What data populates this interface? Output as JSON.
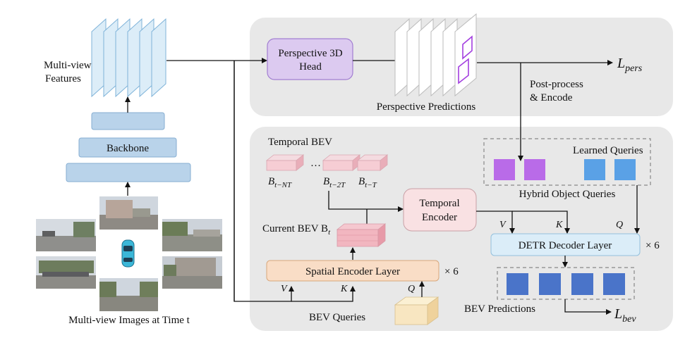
{
  "labels": {
    "multiview_features_line1": "Multi-view",
    "multiview_features_line2": "Features",
    "backbone": "Backbone",
    "multiview_images": "Multi-view Images at Time t",
    "perspective_head_line1": "Perspective 3D",
    "perspective_head_line2": "Head",
    "perspective_predictions": "Perspective Predictions",
    "loss_pers": "L",
    "loss_pers_sub": "pers",
    "post_process_line1": "Post-process",
    "post_process_line2": "& Encode",
    "temporal_bev": "Temporal BEV",
    "ellipsis": "…",
    "b_nt": "B",
    "b_nt_sub": "t−NT",
    "b_2t": "B",
    "b_2t_sub": "t−2T",
    "b_t_minus": "B",
    "b_t_minus_sub": "t−T",
    "temporal_encoder_line1": "Temporal",
    "temporal_encoder_line2": "Encoder",
    "current_bev": "Current BEV B",
    "current_bev_sub": "t",
    "spatial_encoder": "Spatial Encoder Layer",
    "times6_spatial": "× 6",
    "bev_queries": "BEV Queries",
    "learned_queries": "Learned Queries",
    "hybrid_queries": "Hybrid Object Queries",
    "detr_decoder": "DETR Decoder Layer",
    "times6_detr": "× 6",
    "bev_predictions": "BEV Predictions",
    "loss_bev": "L",
    "loss_bev_sub": "bev",
    "v1": "V",
    "k1": "K",
    "q1": "Q",
    "v2": "V",
    "k2": "K",
    "q2": "Q"
  },
  "colors": {
    "panel": "#e8e8e8",
    "feature_fill": "#dcedf8",
    "feature_stroke": "#7fb3d9",
    "backbone_fill": "#b9d3ea",
    "head_fill": "#dccaf0",
    "head_stroke": "#a27fd1",
    "pink": "#f6d3d8",
    "temporal_encoder": "#f9e1e3",
    "spatial_fill": "#f9ddc6",
    "bev_query_fill": "#f8e6c1",
    "detr_fill": "#dbedf8",
    "purple_sq": "#b96be8",
    "blue_sq": "#5aa1e6",
    "bev_pred_sq": "#4a74c9"
  }
}
